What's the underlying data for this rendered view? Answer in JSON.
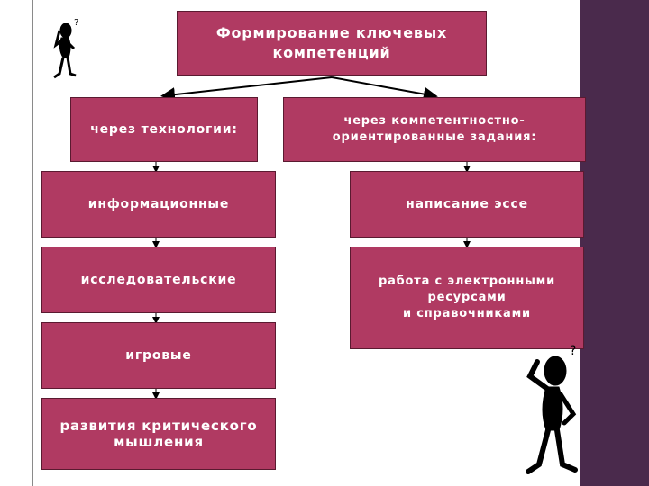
{
  "title": "Формирование ключевых\nкомпетенций",
  "left_branch": {
    "header": "через технологии:",
    "items": [
      "информационные",
      "исследовательские",
      "игровые",
      "развития критического\nмышления"
    ]
  },
  "right_branch": {
    "header": "через компетентностно-\nориентированные задания:",
    "items": [
      "написание эссе",
      "работа с электронными\nресурсами\nи справочниками"
    ]
  },
  "colors": {
    "box_fill": "#b03a62",
    "box_border": "#5a1a30",
    "band": "#4a2a4c"
  },
  "icons": [
    "thinking-person-icon",
    "thinking-person-icon"
  ]
}
